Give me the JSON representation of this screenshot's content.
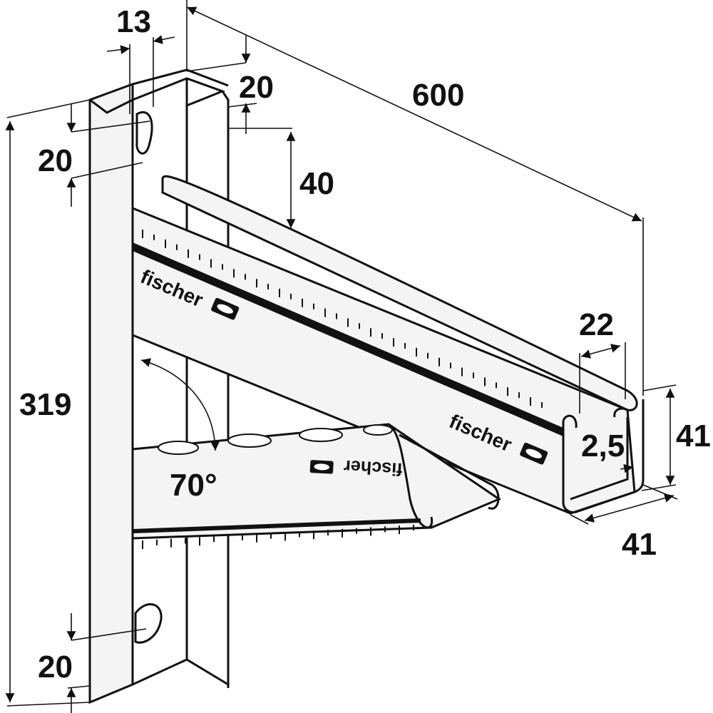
{
  "dimensions": {
    "top_slot_offset": "13",
    "top_slot_spacing": "20",
    "overall_length": "600",
    "upper_slot_height": "20",
    "rail_offset": "40",
    "overall_height": "319",
    "slot_width": "22",
    "wall_thickness": "2,5",
    "profile_height": "41",
    "profile_width": "41",
    "bottom_slot_height": "20",
    "angle": "70°"
  },
  "brand": {
    "logo_upper": "fischer",
    "logo_lower": "fischer",
    "logo_strut": "fischer"
  },
  "colors": {
    "line": "#111111",
    "background": "#ffffff",
    "metal": "#f4f4f4"
  }
}
